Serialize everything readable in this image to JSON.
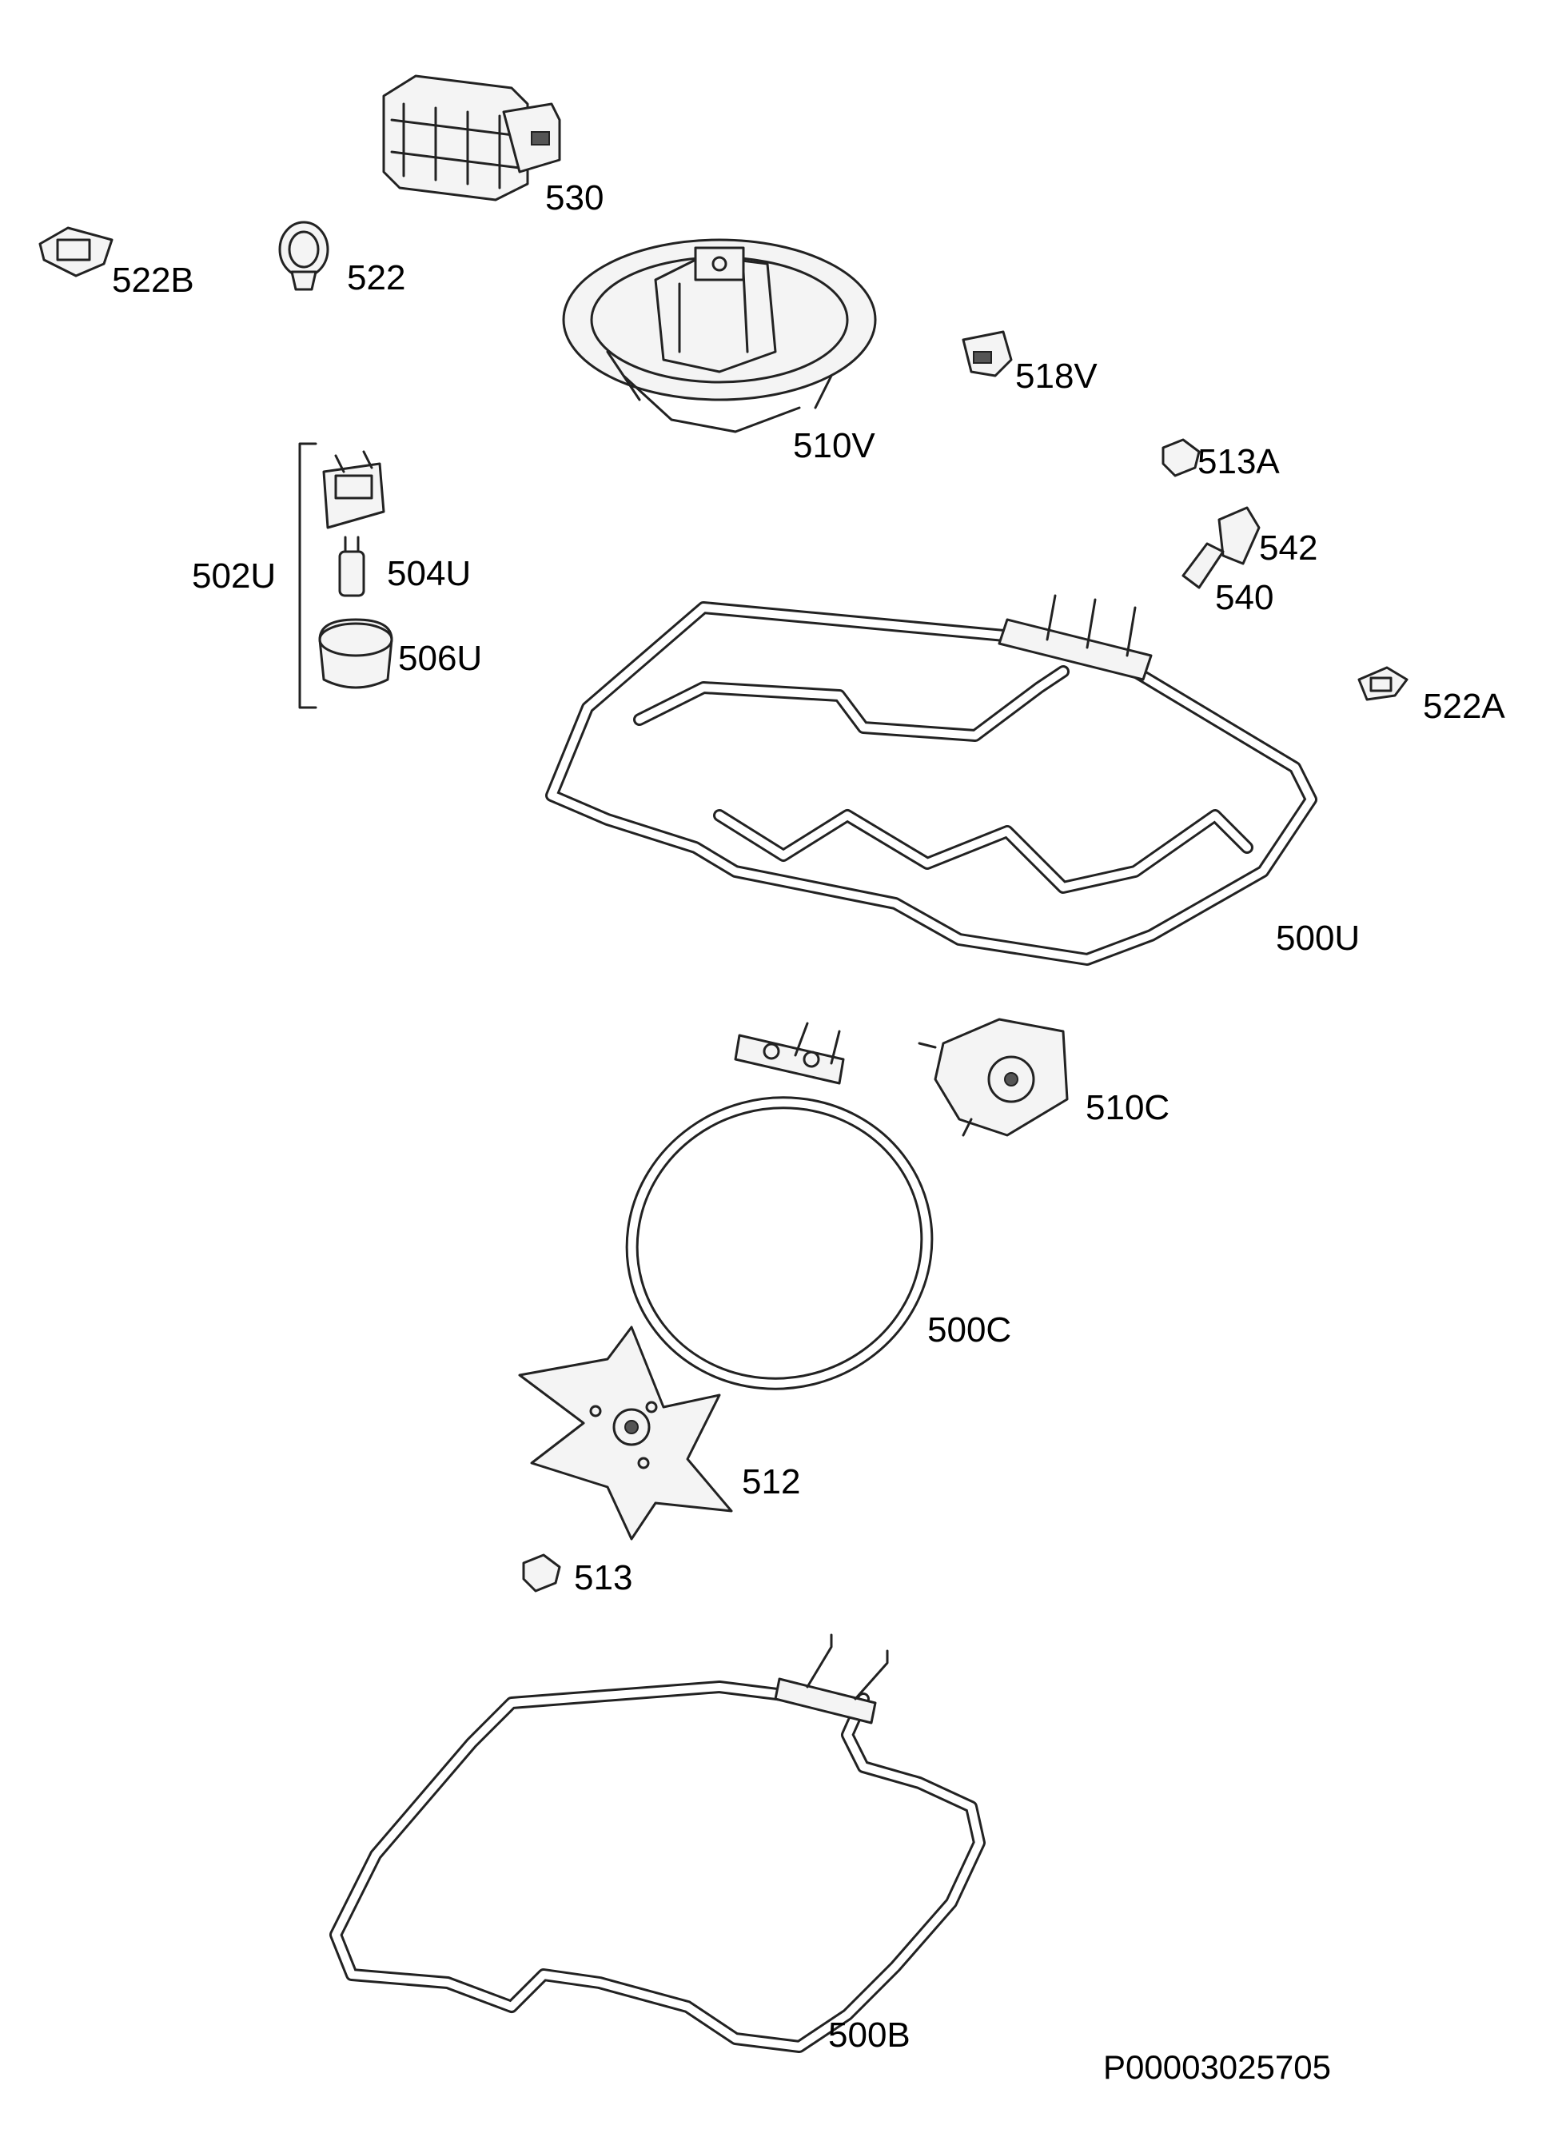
{
  "labels": {
    "p530": "530",
    "p522B": "522B",
    "p522": "522",
    "p510V": "510V",
    "p518V": "518V",
    "p513A": "513A",
    "p502U": "502U",
    "p504U": "504U",
    "p506U": "506U",
    "p542": "542",
    "p540": "540",
    "p522A": "522A",
    "p500U": "500U",
    "p510C": "510C",
    "p500C": "500C",
    "p512": "512",
    "p513": "513",
    "p500B": "500B"
  },
  "document_code": "P00003025705"
}
